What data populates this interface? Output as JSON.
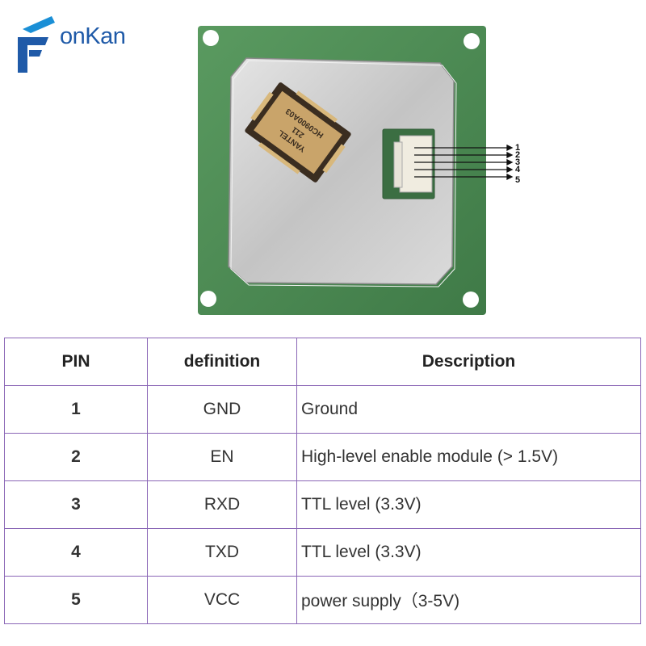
{
  "brand": {
    "logo_text": "onKan",
    "logo_icon": "fonkan-f-logo-icon"
  },
  "board": {
    "chip_marking": [
      "YANTEL",
      "211",
      "HC0900A03"
    ],
    "pin_callouts": [
      "1",
      "2",
      "3",
      "4",
      "5"
    ]
  },
  "table": {
    "headers": {
      "pin": "PIN",
      "definition": "definition",
      "description": "Description"
    },
    "rows": [
      {
        "pin": "1",
        "definition": "GND",
        "description": "Ground"
      },
      {
        "pin": "2",
        "definition": "EN",
        "description": "High-level enable module (> 1.5V)"
      },
      {
        "pin": "3",
        "definition": "RXD",
        "description": "TTL level (3.3V)"
      },
      {
        "pin": "4",
        "definition": "TXD",
        "description": "TTL level (3.3V)"
      },
      {
        "pin": "5",
        "definition": "VCC",
        "description": "power supply（3-5V)"
      }
    ]
  },
  "colors": {
    "border": "#8a66b6",
    "pcb": "#4f8a55",
    "shield": "#c8c8c8",
    "logo": "#1f5aa8"
  }
}
